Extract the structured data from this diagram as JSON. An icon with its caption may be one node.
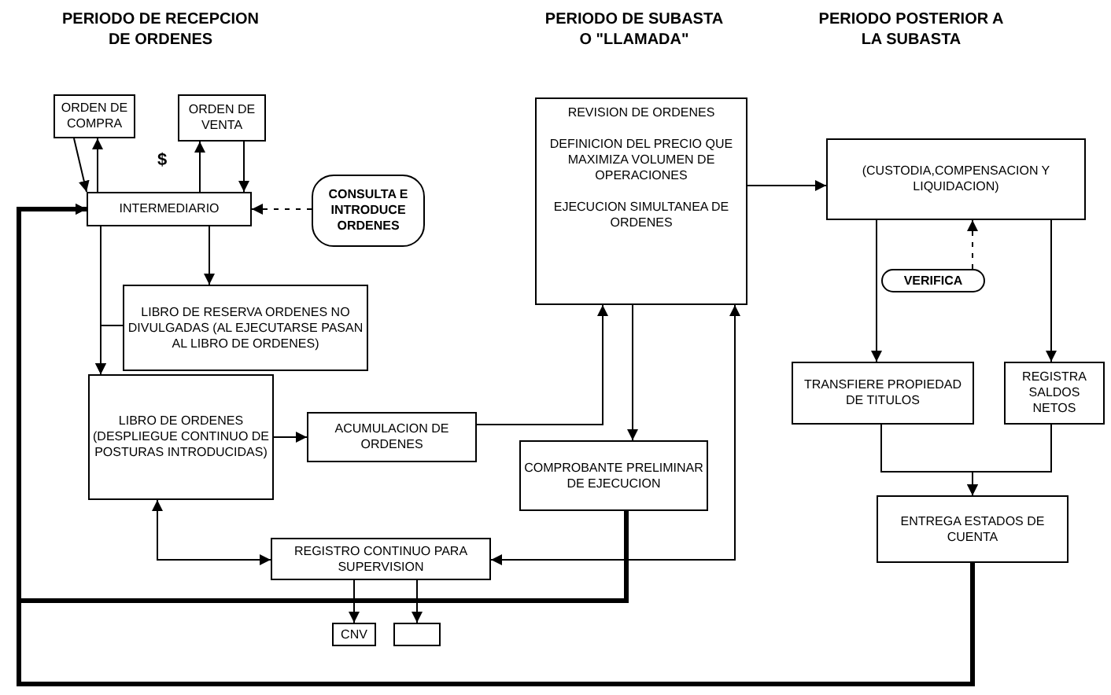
{
  "diagram": {
    "nodes": [
      {
        "text": [
          "ORDEN DE COMPRA"
        ]
      },
      {
        "text": [
          "ORDEN DE VENTA"
        ]
      },
      {
        "text": [
          "INTERMEDIARIO"
        ]
      },
      {
        "text": [
          "CONSULTA E INTRODUCE ORDENES"
        ]
      },
      {
        "text": [
          "LIBRO DE RESERVA ORDENES NO DIVULGADAS (AL EJECUTARSE PASAN AL LIBRO DE ORDENES)"
        ]
      },
      {
        "text": [
          "LIBRO DE ORDENES (DESPLIEGUE CONTINUO DE POSTURAS INTRODUCIDAS)"
        ]
      },
      {
        "text": [
          "ACUMULACION DE ORDENES"
        ]
      },
      {
        "text": [
          "REVISION DE ORDENES",
          "DEFINICION DEL PRECIO QUE MAXIMIZA VOLUMEN DE OPERACIONES",
          "EJECUCION SIMULTANEA DE ORDENES"
        ]
      },
      {
        "text": [
          "COMPROBANTE PRELIMINAR DE EJECUCION"
        ]
      },
      {
        "text": [
          "REGISTRO CONTINUO PARA SUPERVISION"
        ]
      },
      {
        "text": [
          "CNV"
        ]
      },
      {
        "text": [],
        "shape": "box"
      },
      {
        "text": [
          "(CUSTODIA,COMPENSACION Y LIQUIDACION)"
        ]
      },
      {
        "text": [
          "VERIFICA"
        ]
      },
      {
        "text": [
          "TRANSFIERE PROPIEDAD DE TITULOS"
        ]
      },
      {
        "text": [
          "REGISTRA SALDOS NETOS"
        ]
      },
      {
        "text": [
          "ENTREGA ESTADOS DE CUENTA"
        ]
      }
    ],
    "edges": [
      {
        "from": 0,
        "to": 2,
        "arrow": "to"
      },
      {
        "from": 2,
        "to": 0,
        "arrow": "to"
      },
      {
        "from": 2,
        "to": 1,
        "arrow": "to"
      },
      {
        "from": 1,
        "to": 2,
        "arrow": "to"
      },
      {
        "from": 3,
        "to": 2,
        "arrow": "to",
        "style": "dashed"
      },
      {
        "from": 2,
        "to": 4,
        "arrow": "to"
      },
      {
        "from": 2,
        "to": 5,
        "arrow": "to"
      },
      {
        "from": 4,
        "to": 5,
        "arrow": "to"
      },
      {
        "from": 5,
        "to": 6,
        "arrow": "to"
      },
      {
        "from": 6,
        "to": 7,
        "arrow": "to"
      },
      {
        "from": 7,
        "to": 8,
        "arrow": "to"
      },
      {
        "from": 5,
        "to": 9,
        "arrow": "both"
      },
      {
        "from": 9,
        "to": 7,
        "arrow": "both"
      },
      {
        "from": 9,
        "to": 10,
        "arrow": "to"
      },
      {
        "from": 9,
        "to": 11,
        "arrow": "to"
      },
      {
        "from": 8,
        "to": 2,
        "arrow": "to",
        "style": "thick"
      },
      {
        "from": 16,
        "to": 2,
        "arrow": "to",
        "style": "thick"
      },
      {
        "from": 7,
        "to": 12,
        "arrow": "to"
      },
      {
        "from": 12,
        "to": 14,
        "arrow": "to"
      },
      {
        "from": 12,
        "to": 15,
        "arrow": "to"
      },
      {
        "from": 13,
        "to": 12,
        "arrow": "to",
        "style": "dashed"
      },
      {
        "from": 14,
        "to": 16,
        "arrow": "to"
      },
      {
        "from": 15,
        "to": 16,
        "arrow": "to"
      }
    ],
    "labels": [
      "PERIODO DE RECEPCION DE ORDENES",
      "PERIODO DE SUBASTA O \"LLAMADA\"",
      "PERIODO POSTERIOR A LA SUBASTA",
      "$"
    ]
  }
}
